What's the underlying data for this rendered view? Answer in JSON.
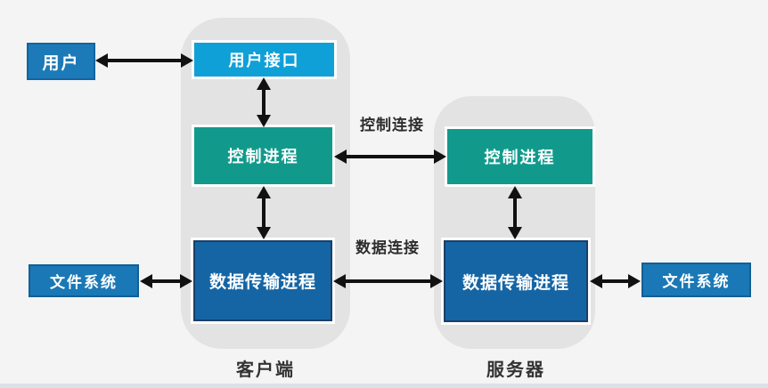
{
  "diagram": {
    "nodes": {
      "user": "用户",
      "user_interface": "用户接口",
      "control_process_client": "控制进程",
      "control_process_server": "控制进程",
      "data_transfer_client": "数据传输进程",
      "data_transfer_server": "数据传输进程",
      "file_system_left": "文件系统",
      "file_system_right": "文件系统"
    },
    "labels": {
      "control_connection": "控制连接",
      "data_connection": "数据连接",
      "client": "客户端",
      "server": "服务器"
    },
    "colors": {
      "page_bg": "#f4f4f4",
      "container_bg": "#e3e3e3",
      "user_box": "#1d7ab8",
      "user_interface_box": "#10a0d8",
      "control_process_box": "#119a8c",
      "data_transfer_box": "#1565a5",
      "file_system_box": "#1a78b6",
      "arrow": "#111111",
      "bottom_bar": "#dbe2e8"
    }
  }
}
